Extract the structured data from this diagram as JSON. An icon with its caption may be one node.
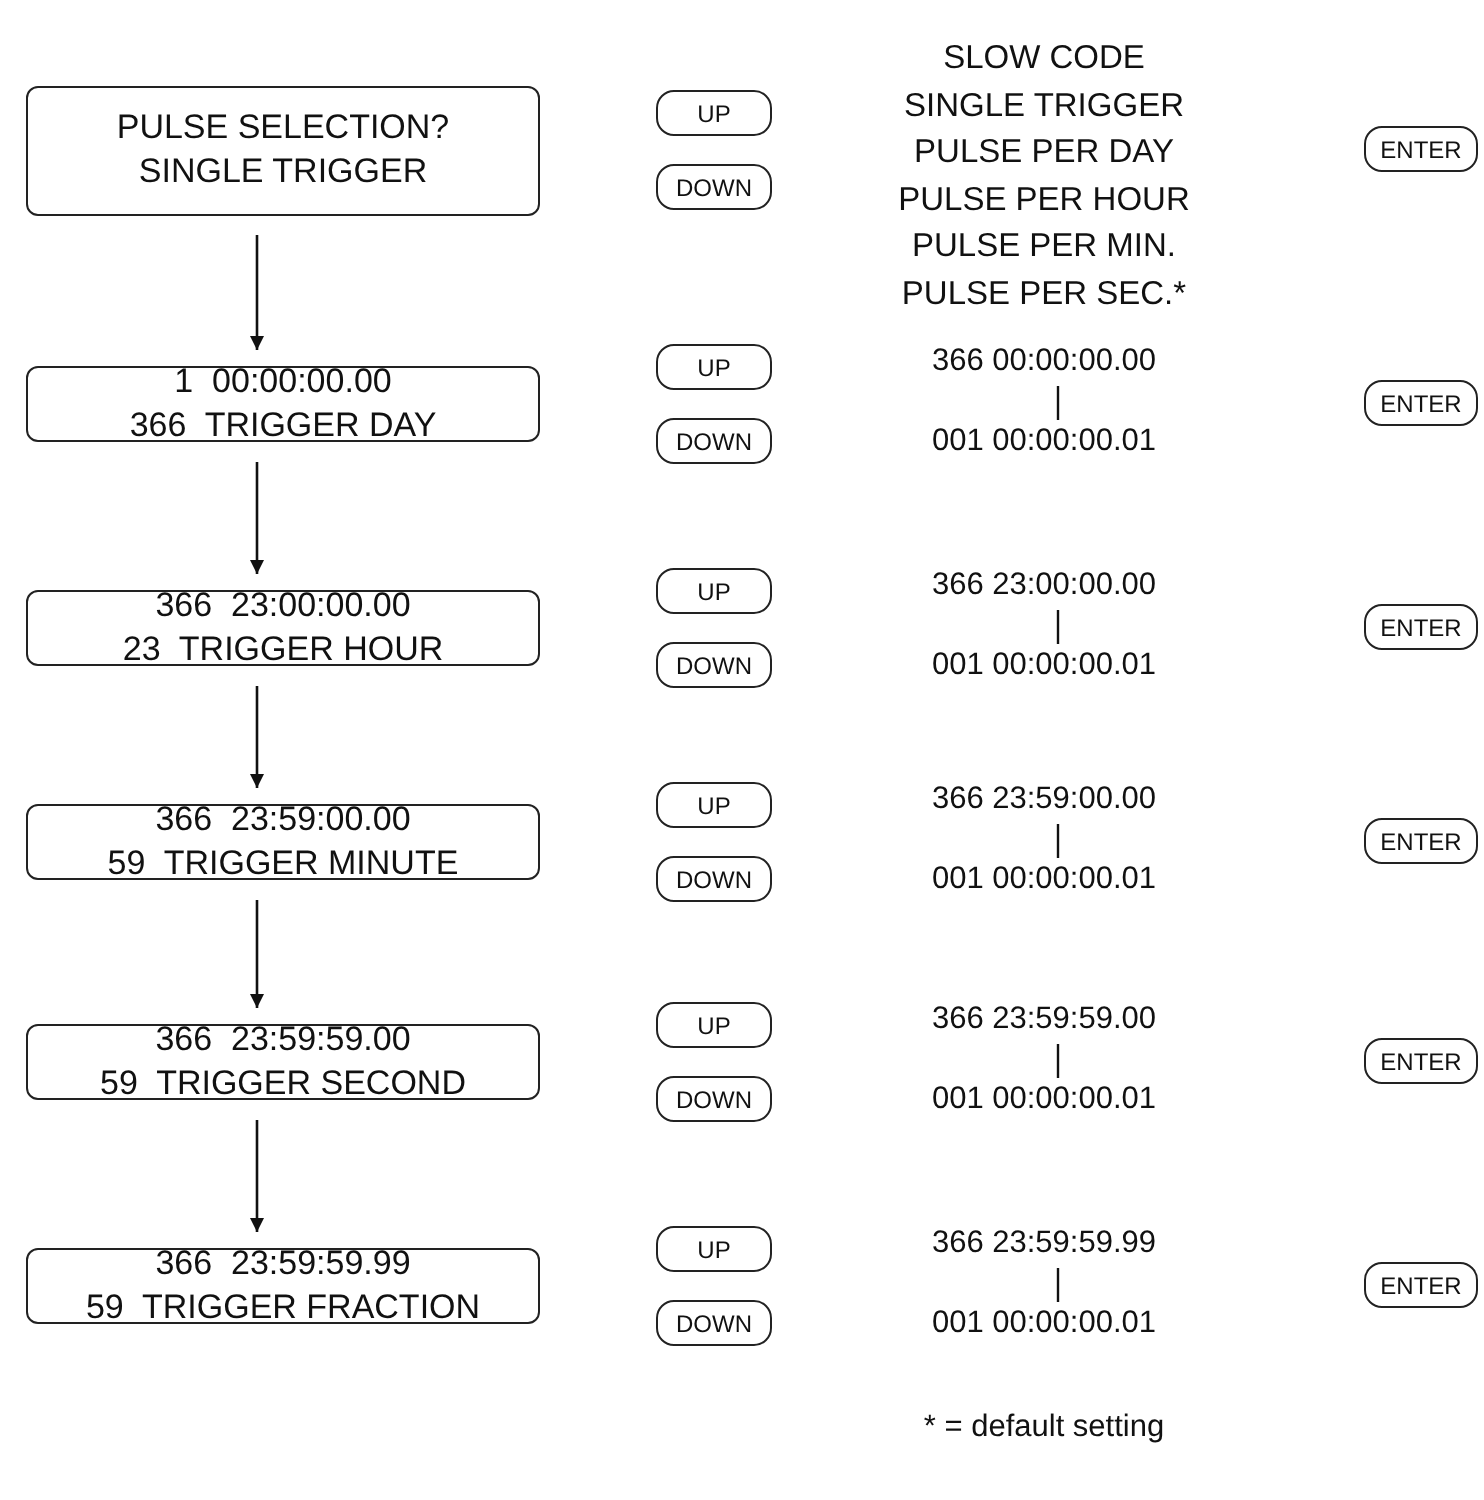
{
  "diagram": {
    "nodes": [
      {
        "text": [
          "PULSE SELECTION?",
          "SINGLE TRIGGER"
        ]
      },
      {
        "text": [
          "UP"
        ]
      },
      {
        "text": [
          "DOWN"
        ]
      },
      {
        "text": [
          "ENTER"
        ]
      },
      {
        "text": [
          "1  00:00:00.00",
          "366  TRIGGER DAY"
        ]
      },
      {
        "text": [
          "UP"
        ]
      },
      {
        "text": [
          "DOWN"
        ]
      },
      {
        "text": [
          "ENTER"
        ]
      },
      {
        "text": [
          "366  23:00:00.00",
          "23  TRIGGER HOUR"
        ]
      },
      {
        "text": [
          "UP"
        ]
      },
      {
        "text": [
          "DOWN"
        ]
      },
      {
        "text": [
          "ENTER"
        ]
      },
      {
        "text": [
          "366  23:59:00.00",
          "59  TRIGGER MINUTE"
        ]
      },
      {
        "text": [
          "UP"
        ]
      },
      {
        "text": [
          "DOWN"
        ]
      },
      {
        "text": [
          "ENTER"
        ]
      },
      {
        "text": [
          "366  23:59:59.00",
          "59  TRIGGER SECOND"
        ]
      },
      {
        "text": [
          "UP"
        ]
      },
      {
        "text": [
          "DOWN"
        ]
      },
      {
        "text": [
          "ENTER"
        ]
      },
      {
        "text": [
          "366  23:59:59.99",
          "59  TRIGGER FRACTION"
        ]
      },
      {
        "text": [
          "UP"
        ]
      },
      {
        "text": [
          "DOWN"
        ]
      },
      {
        "text": [
          "ENTER"
        ]
      }
    ],
    "edges": [
      {
        "from": 0,
        "to": 4,
        "arrow": "to"
      },
      {
        "from": 4,
        "to": 8,
        "arrow": "to"
      },
      {
        "from": 8,
        "to": 12,
        "arrow": "to"
      },
      {
        "from": 12,
        "to": 16,
        "arrow": "to"
      },
      {
        "from": 16,
        "to": 20,
        "arrow": "to"
      }
    ],
    "labels": [
      "SLOW CODE",
      "SINGLE TRIGGER",
      "PULSE PER DAY",
      "PULSE PER HOUR",
      "PULSE PER MIN.",
      "PULSE PER SEC.*",
      "366 00:00:00.00",
      "001 00:00:00.01",
      "366 23:00:00.00",
      "001 00:00:00.01",
      "366 23:59:00.00",
      "001 00:00:00.01",
      "366 23:59:59.00",
      "001 00:00:00.01",
      "366 23:59:59.99",
      "001 00:00:00.01",
      "* = default setting"
    ]
  }
}
